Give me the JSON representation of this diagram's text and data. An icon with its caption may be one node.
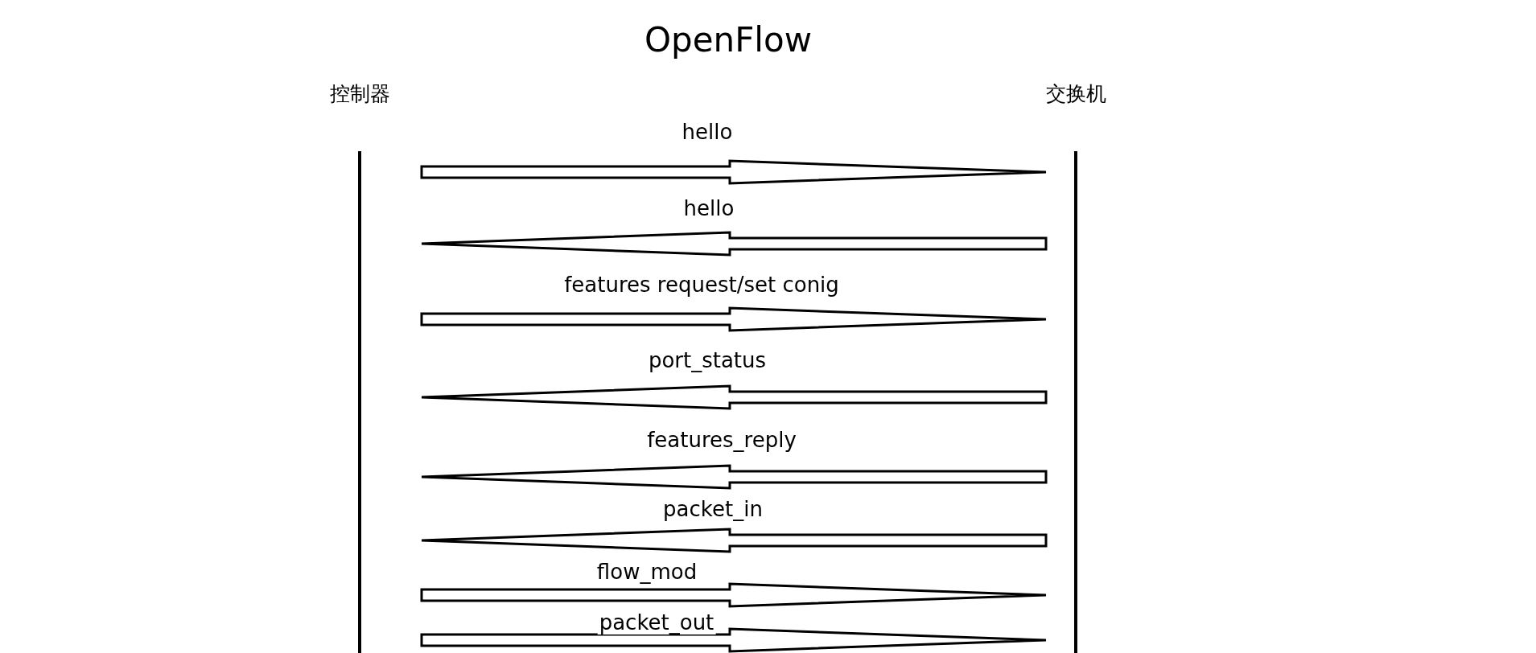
{
  "diagram": {
    "title": "OpenFlow",
    "nodes": [
      {
        "text": [
          "控制器"
        ]
      },
      {
        "text": [
          "交换机"
        ]
      }
    ],
    "edges": [
      {
        "from": 0,
        "to": 1,
        "arrow": "to",
        "label": "hello"
      },
      {
        "from": 1,
        "to": 0,
        "arrow": "to",
        "label": "hello"
      },
      {
        "from": 0,
        "to": 1,
        "arrow": "to",
        "label": "features request/set conig"
      },
      {
        "from": 1,
        "to": 0,
        "arrow": "to",
        "label": "port_status"
      },
      {
        "from": 1,
        "to": 0,
        "arrow": "to",
        "label": "features_reply"
      },
      {
        "from": 1,
        "to": 0,
        "arrow": "to",
        "label": "packet_in"
      },
      {
        "from": 0,
        "to": 1,
        "arrow": "to",
        "label": "flow_mod"
      },
      {
        "from": 0,
        "to": 1,
        "arrow": "to",
        "label": "packet_out"
      }
    ]
  }
}
